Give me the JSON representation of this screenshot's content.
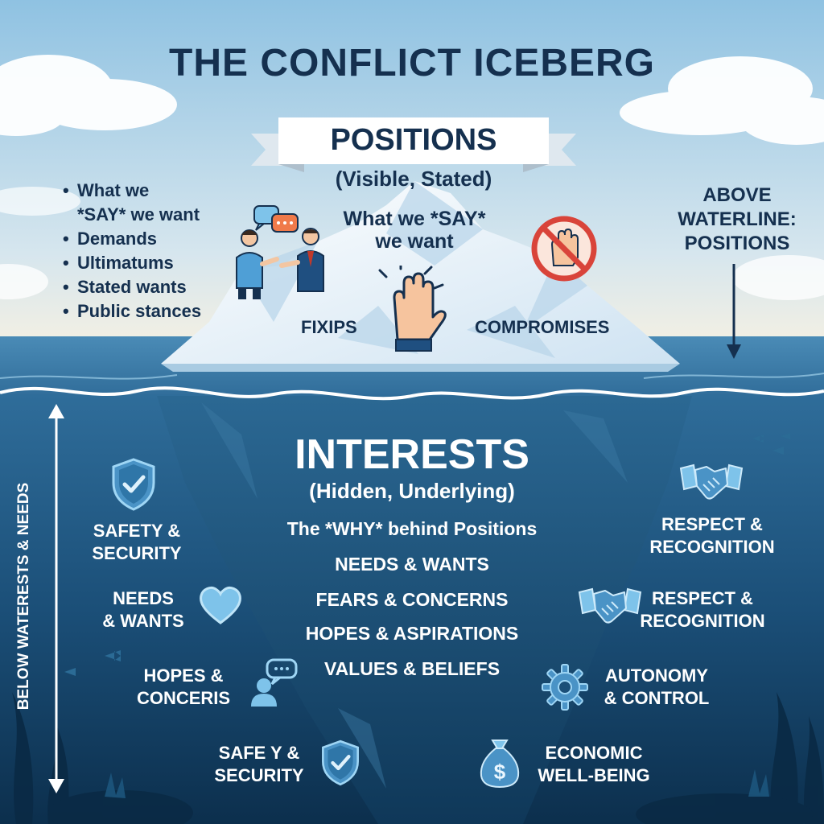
{
  "title": "THE CONFLICT ICEBERG",
  "positions": {
    "heading": "POSITIONS",
    "subheading": "(Visible, Stated)",
    "bullets": [
      "What we",
      "*SAY* we want",
      "Demands",
      "Ultimatums",
      "Stated wants",
      "Public stances"
    ],
    "center_line1": "What we *SAY*",
    "center_line2": "we want",
    "left_label": "FIXIPS",
    "right_label": "COMPROMISES"
  },
  "above_label": {
    "line1": "ABOVE",
    "line2": "WATERLINE:",
    "line3": "POSITIONS"
  },
  "interests": {
    "heading": "INTERESTS",
    "subheading": "(Hidden, Underlying)",
    "why_line": "The *WHY* behind Positions",
    "items": [
      "NEEDS & WANTS",
      "FEARS & CONCERNS",
      "HOPES & ASPIRATIONS",
      "VALUES & BELIEFS"
    ]
  },
  "below_label": "BELOW WATERESTS & NEEDS",
  "side_labels": {
    "safety_1": {
      "l1": "SAFETY &",
      "l2": "SECURITY"
    },
    "needs": {
      "l1": "NEEDS",
      "l2": "& WANTS"
    },
    "hopes": {
      "l1": "HOPES &",
      "l2": "CONCERIS"
    },
    "safety_2": {
      "l1": "SAFE Y &",
      "l2": "SECURITY"
    },
    "respect_1": {
      "l1": "RESPECT &",
      "l2": "RECOGNITION"
    },
    "respect_2": {
      "l1": "RESPECT &",
      "l2": "RECOGNITION"
    },
    "autonomy": {
      "l1": "AUTONOMY",
      "l2": "& CONTROL"
    },
    "economic": {
      "l1": "ECONOMIC",
      "l2": "WELL-BEING"
    }
  },
  "icons": {
    "shield": "shield-check-icon",
    "heart": "heart-icon",
    "speech": "speech-person-icon",
    "handshake": "handshake-icon",
    "gear": "gear-icon",
    "moneybag": "money-bag-icon",
    "raised_hand": "raised-hand-icon",
    "no_hand": "no-hand-icon",
    "people": "people-talking-icon"
  },
  "colors": {
    "sky_top": "#8fc2e2",
    "sky_bottom": "#e8eff0",
    "sea_surface": "#3c7eaa",
    "deep_water": "#0f3a5c",
    "title_text": "#15304f",
    "underwater_text": "#ffffff",
    "icon_blue": "#7ec3ea"
  }
}
